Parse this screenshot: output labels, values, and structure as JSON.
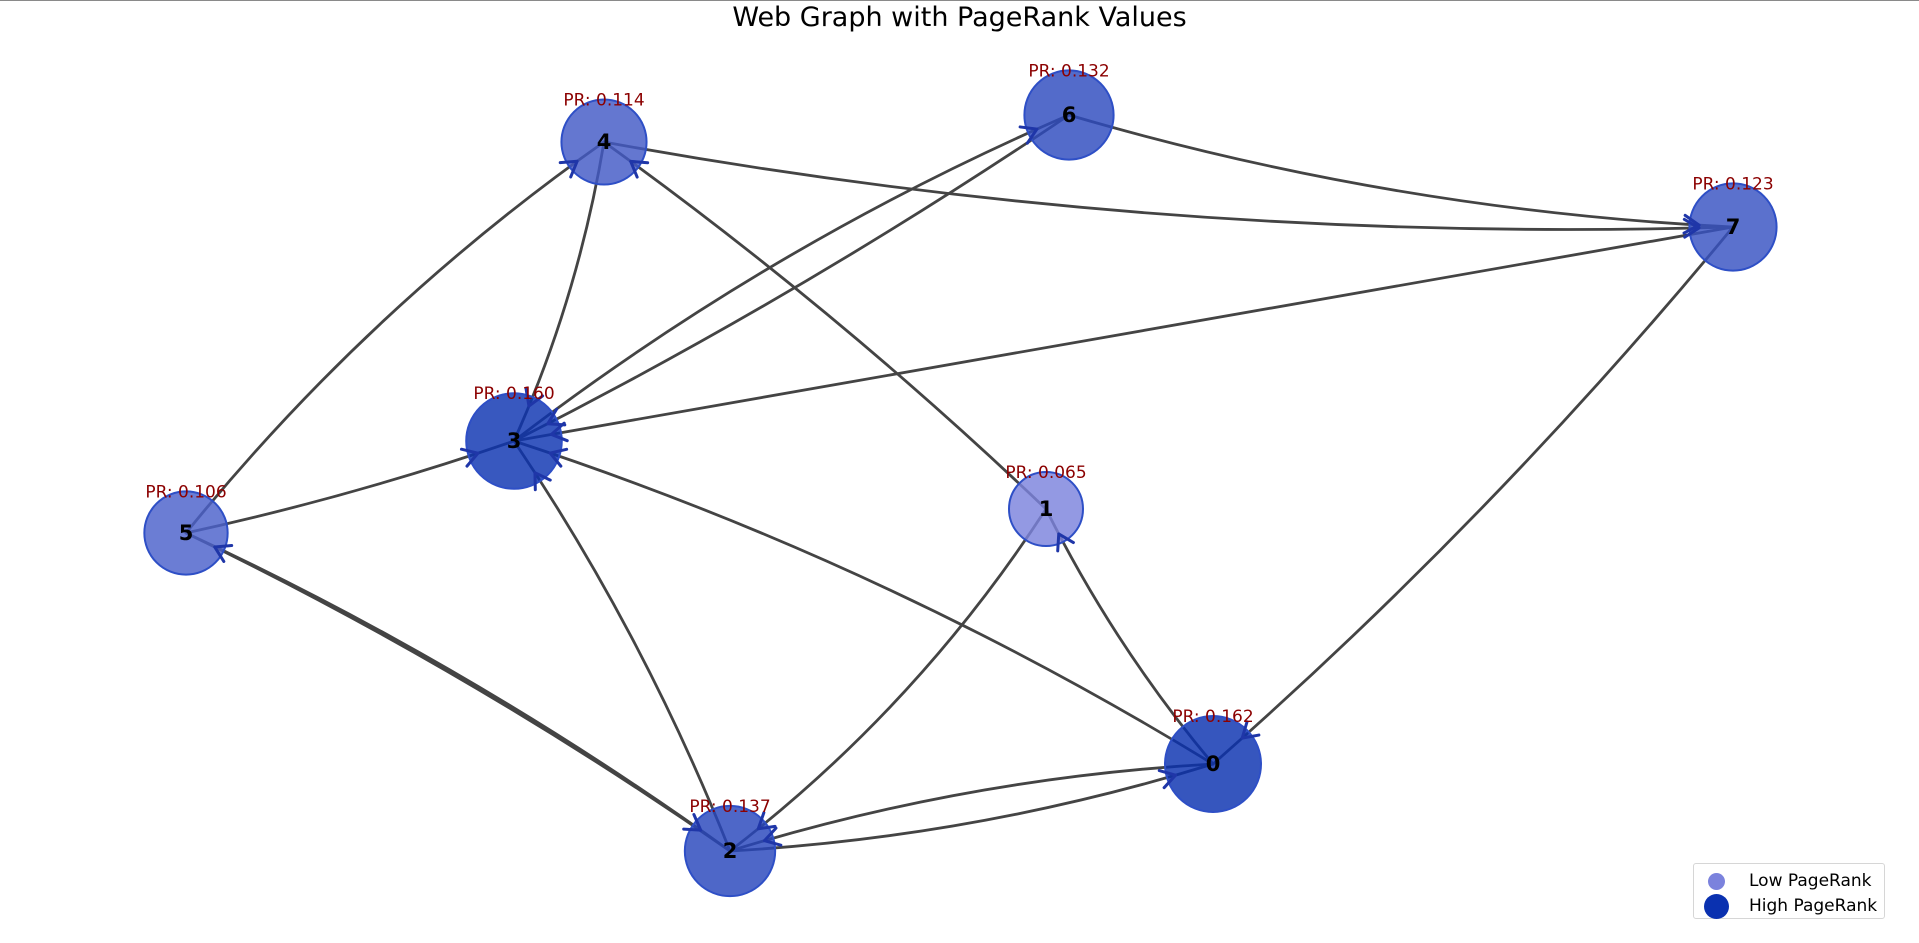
{
  "title": "Web Graph with PageRank Values",
  "nodes": [
    {
      "id": "0",
      "pr_label": "PR: 0.162",
      "pagerank": 0.162
    },
    {
      "id": "1",
      "pr_label": "PR: 0.065",
      "pagerank": 0.065
    },
    {
      "id": "2",
      "pr_label": "PR: 0.137",
      "pagerank": 0.137
    },
    {
      "id": "3",
      "pr_label": "PR: 0.160",
      "pagerank": 0.16
    },
    {
      "id": "4",
      "pr_label": "PR: 0.114",
      "pagerank": 0.114
    },
    {
      "id": "5",
      "pr_label": "PR: 0.106",
      "pagerank": 0.106
    },
    {
      "id": "6",
      "pr_label": "PR: 0.132",
      "pagerank": 0.132
    },
    {
      "id": "7",
      "pr_label": "PR: 0.123",
      "pagerank": 0.123
    }
  ],
  "edges": [
    {
      "from": "0",
      "to": "1"
    },
    {
      "from": "0",
      "to": "2"
    },
    {
      "from": "0",
      "to": "3"
    },
    {
      "from": "1",
      "to": "2"
    },
    {
      "from": "1",
      "to": "4"
    },
    {
      "from": "2",
      "to": "0"
    },
    {
      "from": "2",
      "to": "3"
    },
    {
      "from": "2",
      "to": "5"
    },
    {
      "from": "3",
      "to": "6"
    },
    {
      "from": "4",
      "to": "3"
    },
    {
      "from": "4",
      "to": "7"
    },
    {
      "from": "5",
      "to": "2"
    },
    {
      "from": "5",
      "to": "3"
    },
    {
      "from": "5",
      "to": "4"
    },
    {
      "from": "6",
      "to": "3"
    },
    {
      "from": "6",
      "to": "7"
    },
    {
      "from": "7",
      "to": "0"
    },
    {
      "from": "7",
      "to": "3"
    }
  ],
  "colors": {
    "low_pagerank": "#7b82dd",
    "high_pagerank": "#0a31b0",
    "node_stroke": "#2e4fc6",
    "edge": "#444444",
    "arrowhead": "#1f36a8",
    "pr_label": "#8b0000"
  },
  "legend": {
    "low_label": "Low PageRank",
    "high_label": "High PageRank"
  }
}
